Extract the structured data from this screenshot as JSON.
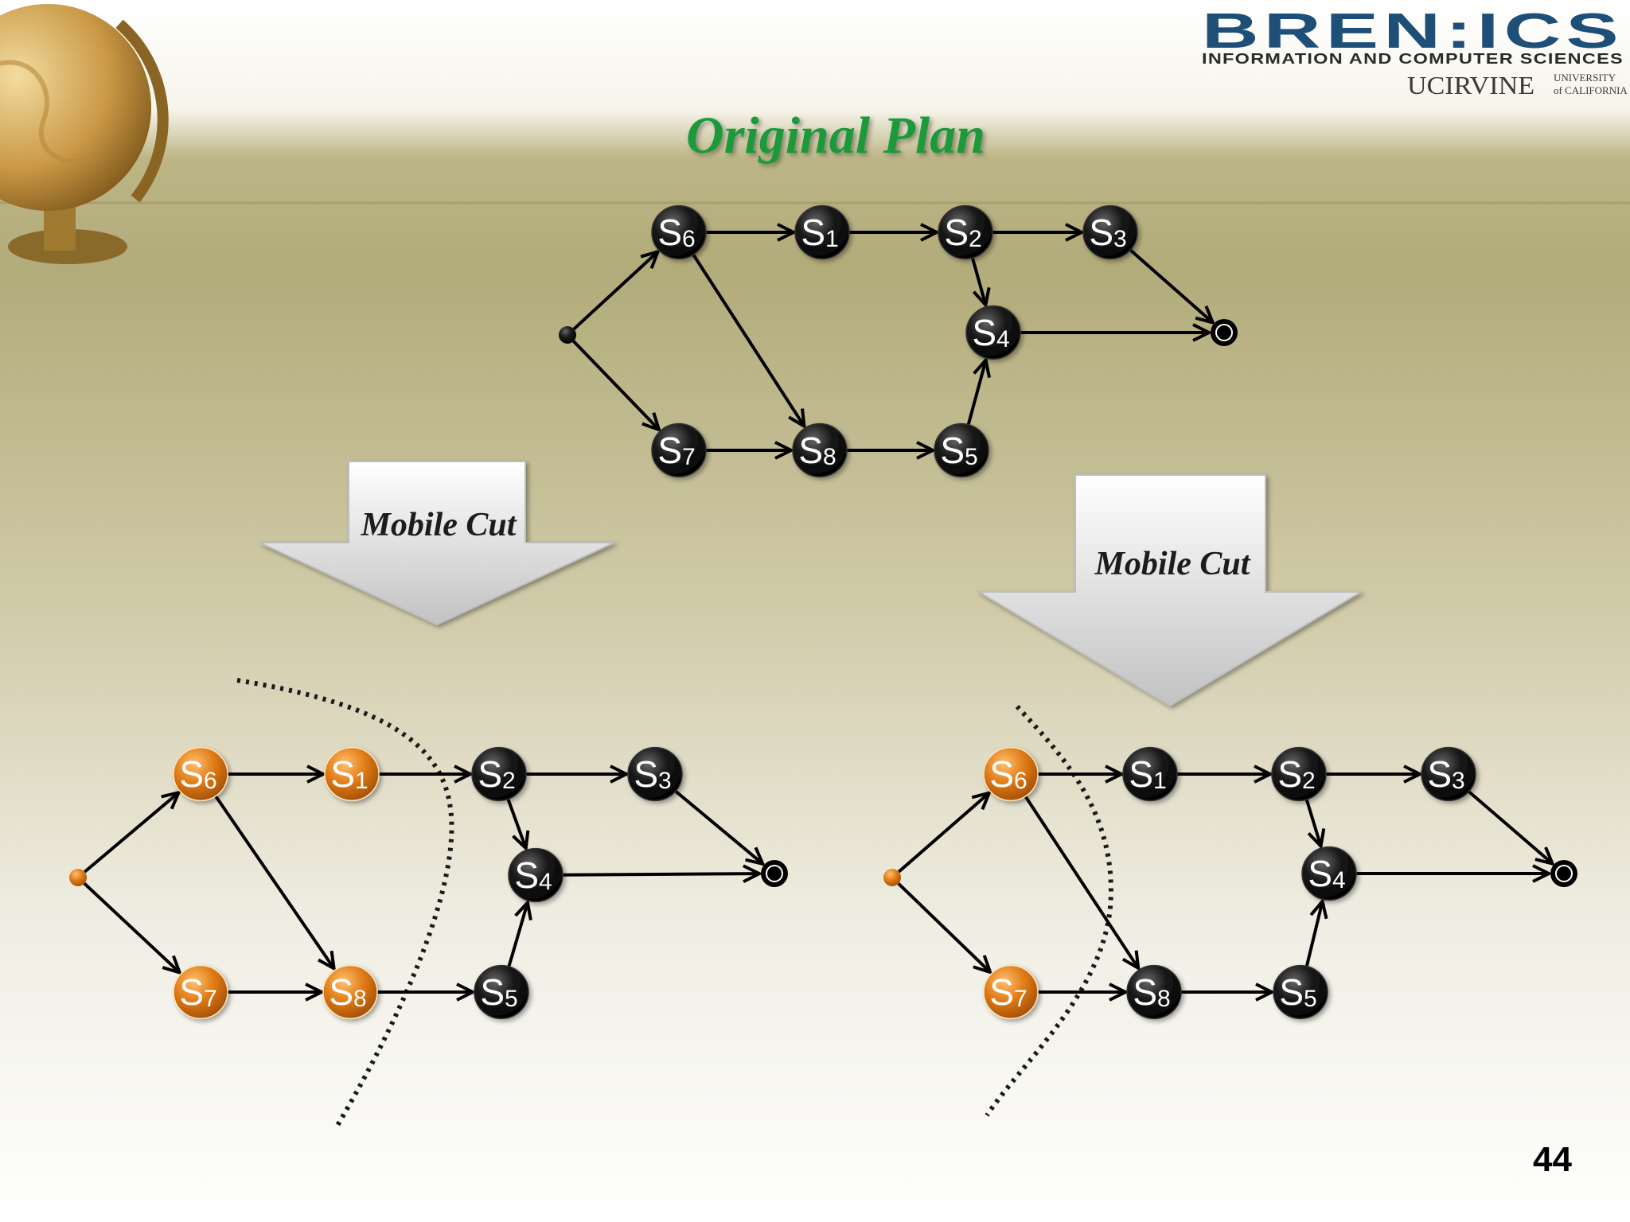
{
  "logo": {
    "brand": "BREN:ICS",
    "subtitle": "INFORMATION AND COMPUTER SCIENCES",
    "uci": "UCIRVINE",
    "university_line1": "UNIVERSITY",
    "university_line2": "of CALIFORNIA"
  },
  "title": "Original Plan",
  "page_number": "44",
  "cut_label_left": "Mobile Cut",
  "cut_label_right": "Mobile Cut",
  "colors": {
    "title": "#1f9a3a",
    "node_black": "#111111",
    "node_orange": "#e07b16",
    "edge": "#000000"
  },
  "diagrams": [
    {
      "id": "original",
      "nodes": [
        {
          "id": "src",
          "kind": "source",
          "color": "black"
        },
        {
          "id": "S6",
          "label": "S",
          "sub": "6",
          "color": "black"
        },
        {
          "id": "S1",
          "label": "S",
          "sub": "1",
          "color": "black"
        },
        {
          "id": "S2",
          "label": "S",
          "sub": "2",
          "color": "black"
        },
        {
          "id": "S3",
          "label": "S",
          "sub": "3",
          "color": "black"
        },
        {
          "id": "S4",
          "label": "S",
          "sub": "4",
          "color": "black"
        },
        {
          "id": "S7",
          "label": "S",
          "sub": "7",
          "color": "black"
        },
        {
          "id": "S8",
          "label": "S",
          "sub": "8",
          "color": "black"
        },
        {
          "id": "S5",
          "label": "S",
          "sub": "5",
          "color": "black"
        },
        {
          "id": "sink",
          "kind": "sink",
          "color": "black"
        }
      ]
    },
    {
      "id": "cut-left",
      "nodes": [
        {
          "id": "src",
          "kind": "source",
          "color": "orange"
        },
        {
          "id": "S6",
          "label": "S",
          "sub": "6",
          "color": "orange"
        },
        {
          "id": "S1",
          "label": "S",
          "sub": "1",
          "color": "orange"
        },
        {
          "id": "S2",
          "label": "S",
          "sub": "2",
          "color": "black"
        },
        {
          "id": "S3",
          "label": "S",
          "sub": "3",
          "color": "black"
        },
        {
          "id": "S4",
          "label": "S",
          "sub": "4",
          "color": "black"
        },
        {
          "id": "S7",
          "label": "S",
          "sub": "7",
          "color": "orange"
        },
        {
          "id": "S8",
          "label": "S",
          "sub": "8",
          "color": "orange"
        },
        {
          "id": "S5",
          "label": "S",
          "sub": "5",
          "color": "black"
        },
        {
          "id": "sink",
          "kind": "sink",
          "color": "black"
        }
      ]
    },
    {
      "id": "cut-right",
      "nodes": [
        {
          "id": "src",
          "kind": "source",
          "color": "orange"
        },
        {
          "id": "S6",
          "label": "S",
          "sub": "6",
          "color": "orange"
        },
        {
          "id": "S1",
          "label": "S",
          "sub": "1",
          "color": "black"
        },
        {
          "id": "S2",
          "label": "S",
          "sub": "2",
          "color": "black"
        },
        {
          "id": "S3",
          "label": "S",
          "sub": "3",
          "color": "black"
        },
        {
          "id": "S4",
          "label": "S",
          "sub": "4",
          "color": "black"
        },
        {
          "id": "S7",
          "label": "S",
          "sub": "7",
          "color": "orange"
        },
        {
          "id": "S8",
          "label": "S",
          "sub": "8",
          "color": "black"
        },
        {
          "id": "S5",
          "label": "S",
          "sub": "5",
          "color": "black"
        },
        {
          "id": "sink",
          "kind": "sink",
          "color": "black"
        }
      ]
    }
  ],
  "edges": [
    [
      "src",
      "S6"
    ],
    [
      "src",
      "S7"
    ],
    [
      "S6",
      "S1"
    ],
    [
      "S1",
      "S2"
    ],
    [
      "S2",
      "S3"
    ],
    [
      "S2",
      "S4"
    ],
    [
      "S3",
      "sink"
    ],
    [
      "S4",
      "sink"
    ],
    [
      "S6",
      "S8"
    ],
    [
      "S7",
      "S8"
    ],
    [
      "S8",
      "S5"
    ],
    [
      "S5",
      "S4"
    ]
  ]
}
